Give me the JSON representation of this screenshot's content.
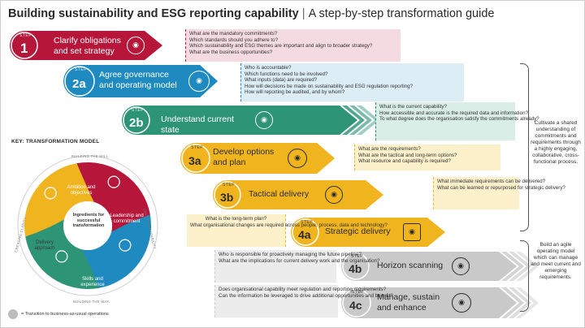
{
  "title": {
    "main": "Building sustainability and ESG reporting capability",
    "separator": "|",
    "sub": "A step-by-step transformation guide"
  },
  "step_word": "STEP",
  "steps": [
    {
      "num": "1",
      "label": "Clarify obligations and set strategy",
      "color": "#b5163a",
      "questions": [
        "What are the mandatory commitments?",
        "Which standards should you adhere to?",
        "Which sustainability and ESG themes are important and align to broader strategy?",
        "What are the business opportunities?"
      ],
      "box_color": "#f4dbe2"
    },
    {
      "num": "2a",
      "label": "Agree governance and operating model",
      "color": "#1f8ac0",
      "questions": [
        "Who is accountable?",
        "Which functions need to be involved?",
        "What inputs (data) are required?",
        "How will decisions be made on sustainability and ESG regulation reporting?",
        "How will reporting be audited, and by whom?"
      ],
      "box_color": "#dcedf6"
    },
    {
      "num": "2b",
      "label": "Understand current state",
      "color": "#2e9476",
      "questions": [
        "What is the current capability?",
        "How accessible and accurate is the required data and information?",
        "To what degree does the organisation satisfy the commitments already?"
      ],
      "box_color": "#d9eee7"
    },
    {
      "num": "3a",
      "label": "Develop options and plan",
      "color": "#f0b41e",
      "questions": [
        "What are the requirements?",
        "What are the tactical and long-term options?",
        "What resource and capability is required?"
      ],
      "box_color": "#fdf1cc"
    },
    {
      "num": "3b",
      "label": "Tactical delivery",
      "color": "#f0b41e",
      "questions": [
        "What immediate requirements can be delivered?",
        "What can be learned or repurposed for strategic delivery?"
      ],
      "box_color": "#fdf1cc"
    },
    {
      "num": "4a",
      "label": "Strategic delivery",
      "color": "#f0b41e",
      "questions": [
        "What is the long-term plan?",
        "What organisational changes are required across people, process, data and technology?"
      ],
      "box_color": "#fdf1cc"
    },
    {
      "num": "4b",
      "label": "Horizon scanning",
      "color": "#c9c9c9",
      "questions": [
        "Who is responsible for proactively managing the future pipeline?",
        "What are the implications for current delivery work and the organisation?"
      ],
      "box_color": "#ececec"
    },
    {
      "num": "4c",
      "label": "Manage, sustain and enhance",
      "color": "#c9c9c9",
      "questions": [
        "Does organisational capability meet regulation and reporting requirements?",
        "Can the information be leveraged to drive additional opportunities and benefit?"
      ],
      "box_color": "#ececec"
    }
  ],
  "side_notes": {
    "top": "Cultivate a shared understanding of commitments and requirements through a highly engaging, collaborative, cross-functional process.",
    "bottom": "Build an agile operating model which can manage and meet current and emerging requirements."
  },
  "key": {
    "title": "KEY: TRANSFORMATION MODEL",
    "center": "Ingredients for successful transformation",
    "segments": [
      "Ambition and objectives",
      "Leadership and commitment",
      "Skills and experience",
      "Delivery approach"
    ],
    "ring_words": [
      "BUILDING THE WILL",
      "CREATING CAPABILITY",
      "BUILDING THE WAY",
      "CREATING CLARITY"
    ],
    "colors": {
      "red": "#b5163a",
      "blue": "#1f8ac0",
      "green": "#2e9476",
      "yellow": "#f0b41e"
    }
  },
  "legend": {
    "text": "= Transition to business-as-usual operations"
  }
}
